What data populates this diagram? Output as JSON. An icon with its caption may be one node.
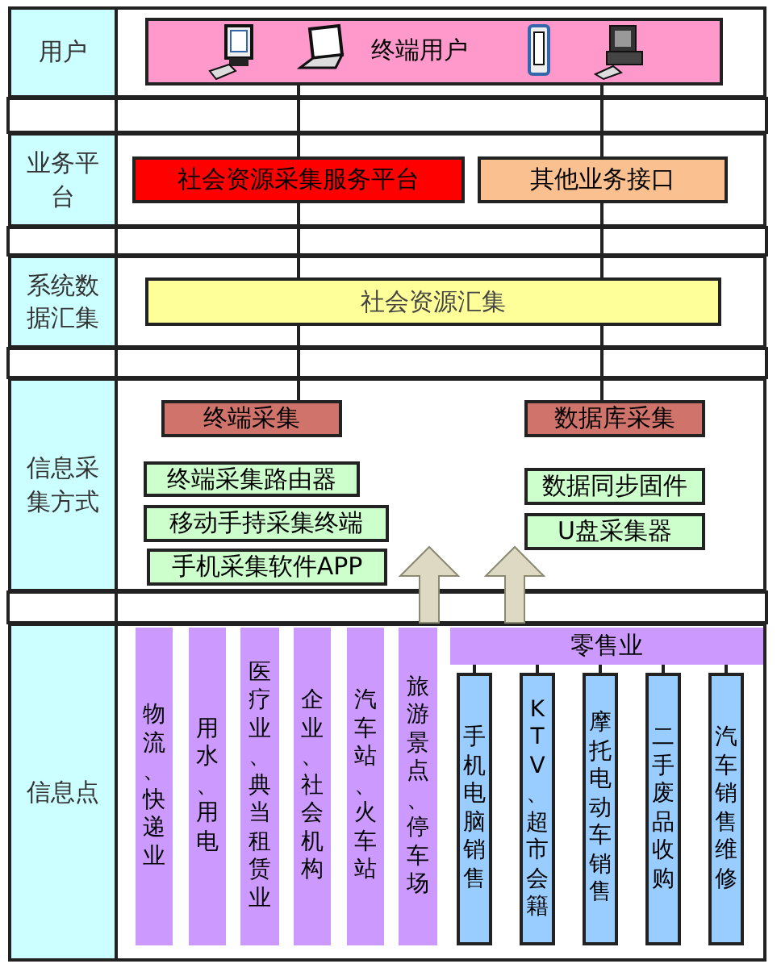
{
  "diagram": {
    "nodes": [
      {
        "text": [
          "用户"
        ]
      },
      {
        "text": [
          "终端用户"
        ],
        "in": 0
      },
      {
        "text": [
          "业务平台"
        ]
      },
      {
        "text": [
          "社会资源采集服务平台"
        ],
        "in": 2
      },
      {
        "text": [
          "其他业务接口"
        ],
        "in": 2
      },
      {
        "text": [
          "系统数据汇集"
        ]
      },
      {
        "text": [
          "社会资源汇集"
        ],
        "in": 5
      },
      {
        "text": [
          "信息采集方式"
        ]
      },
      {
        "text": [
          "终端采集"
        ],
        "in": 7
      },
      {
        "text": [
          "数据库采集"
        ],
        "in": 7
      },
      {
        "text": [
          "终端采集路由器"
        ],
        "in": 7
      },
      {
        "text": [
          "移动手持采集终端"
        ],
        "in": 7
      },
      {
        "text": [
          "手机采集软件APP"
        ],
        "in": 7
      },
      {
        "text": [
          "数据同步固件"
        ],
        "in": 7
      },
      {
        "text": [
          "U盘采集器"
        ],
        "in": 7
      },
      {
        "text": [
          "信息点"
        ]
      },
      {
        "text": [
          "物流、快递业"
        ],
        "in": 15
      },
      {
        "text": [
          "用水、用电"
        ],
        "in": 15
      },
      {
        "text": [
          "医疗业、典当租赁业"
        ],
        "in": 15
      },
      {
        "text": [
          "企业、社会机构"
        ],
        "in": 15
      },
      {
        "text": [
          "汽车站、火车站"
        ],
        "in": 15
      },
      {
        "text": [
          "旅游景点、停车场"
        ],
        "in": 15
      },
      {
        "text": [
          "零售业"
        ],
        "in": 15
      },
      {
        "text": [
          "手机电脑销售"
        ],
        "in": 15
      },
      {
        "text": [
          "KTV、超市会籍"
        ],
        "in": 15
      },
      {
        "text": [
          "摩托电动车销售"
        ],
        "in": 15
      },
      {
        "text": [
          "二手废品收购"
        ],
        "in": 15
      },
      {
        "text": [
          "汽车销售维修"
        ],
        "in": 15
      }
    ],
    "edges": [
      {
        "from": 1,
        "to": 3,
        "arrow": "none"
      },
      {
        "from": 3,
        "to": 6,
        "arrow": "none"
      },
      {
        "from": 6,
        "to": 8,
        "arrow": "none"
      },
      {
        "from": 1,
        "to": 4,
        "arrow": "none"
      },
      {
        "from": 4,
        "to": 6,
        "arrow": "none"
      },
      {
        "from": 6,
        "to": 9,
        "arrow": "none"
      },
      {
        "from": 22,
        "to": 23,
        "arrow": "none"
      },
      {
        "from": 22,
        "to": 24,
        "arrow": "none"
      },
      {
        "from": 22,
        "to": 25,
        "arrow": "none"
      },
      {
        "from": 22,
        "to": 26,
        "arrow": "none"
      },
      {
        "from": 22,
        "to": 27,
        "arrow": "none"
      },
      {
        "from": 15,
        "to": 7,
        "arrow": "to",
        "style": "thick",
        "color": "#ddd9c3"
      },
      {
        "from": 15,
        "to": 7,
        "arrow": "to",
        "style": "thick",
        "color": "#ddd9c3"
      }
    ]
  }
}
